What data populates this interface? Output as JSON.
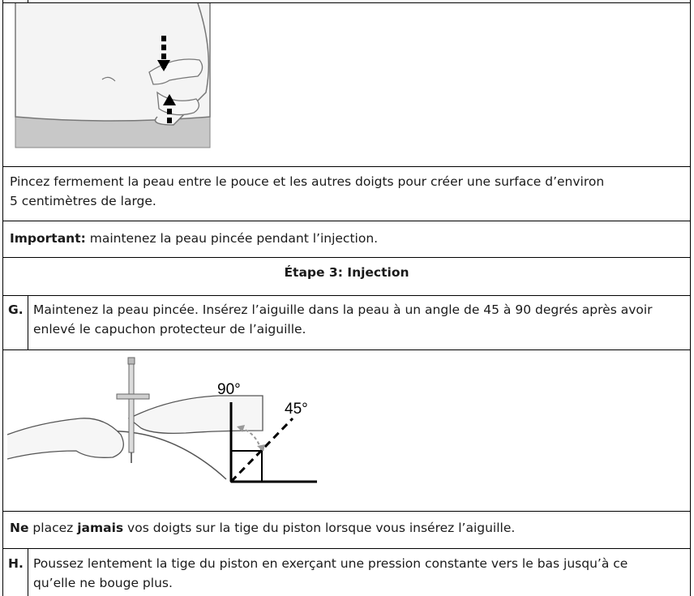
{
  "row_pinch_instruction": {
    "line1": "Pincez fermement la peau entre le pouce et les autres doigts pour créer une surface d’environ",
    "line2": "5 centimètres de large."
  },
  "row_important": {
    "label": "Important:",
    "text": " maintenez la peau pincée pendant l’injection."
  },
  "step_header": "Étape 3: Injection",
  "step_g": {
    "letter": "G.",
    "line1": "Maintenez la peau pincée. Insérez l’aiguille dans la peau à un angle de 45 à 90 degrés après avoir",
    "line2": "enlevé le capuchon protecteur de l’aiguille."
  },
  "illustration_angle": {
    "label_90": "90°",
    "label_45": "45°"
  },
  "row_warning": {
    "w1": "Ne",
    "w2": " placez ",
    "w3": "jamais",
    "w4": " vos doigts sur la tige du piston lorsque vous insérez l’aiguille."
  },
  "step_h": {
    "letter": "H.",
    "line1": "Poussez lentement la tige du piston en exerçant une pression constante vers le bas jusqu’à ce",
    "line2": "qu’elle ne bouge plus."
  }
}
